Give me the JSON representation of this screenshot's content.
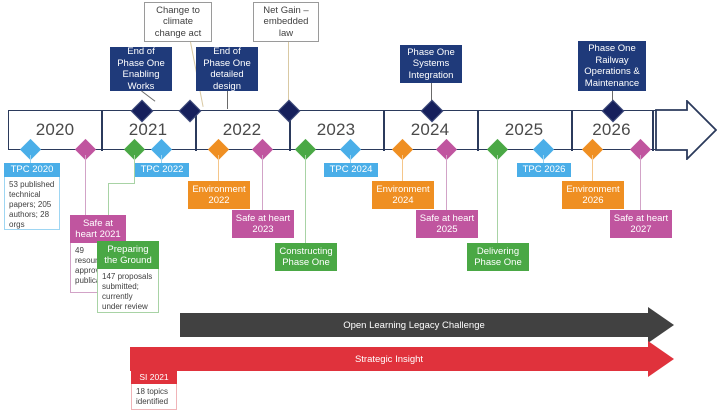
{
  "colors": {
    "navy": "#1f3a7a",
    "dark_diamond": "#16205c",
    "bar_outline": "#2b3a5c",
    "blue": "#4aaee8",
    "magenta": "#c0559f",
    "green": "#4aa845",
    "orange": "#ef8f22",
    "grey_band": "#414141",
    "red_band": "#e0323c",
    "callout_stem": "#d9c9a3"
  },
  "timeline": {
    "years": [
      "2020",
      "2021",
      "2022",
      "2023",
      "2024",
      "2025",
      "2026"
    ],
    "end_arrow": "timeline-arrow-right"
  },
  "callouts": [
    {
      "text": "Change to climate change act"
    },
    {
      "text": "Net Gain – embedded law"
    }
  ],
  "milestones": [
    {
      "text": "End of Phase One Enabling Works"
    },
    {
      "text": "End of Phase One detailed design"
    },
    {
      "text": "Phase One Systems Integration"
    },
    {
      "text": "Phase One Railway Operations & Maintenance"
    }
  ],
  "events": [
    {
      "label": "TPC 2020",
      "color": "blue",
      "detail": "53 published technical papers; 205 authors; 28 orgs"
    },
    {
      "label": "Safe at heart 2021",
      "color": "magenta",
      "detail": "49 resources approved for publication"
    },
    {
      "label": "Preparing the Ground",
      "color": "green",
      "detail": "147 proposals submitted; currently under review"
    },
    {
      "label": "TPC 2022",
      "color": "blue",
      "detail": ""
    },
    {
      "label": "Environment 2022",
      "color": "orange",
      "detail": ""
    },
    {
      "label": "Safe at heart 2023",
      "color": "magenta",
      "detail": ""
    },
    {
      "label": "Constructing Phase One",
      "color": "green",
      "detail": ""
    },
    {
      "label": "TPC 2024",
      "color": "blue",
      "detail": ""
    },
    {
      "label": "Environment 2024",
      "color": "orange",
      "detail": ""
    },
    {
      "label": "Safe at heart 2025",
      "color": "magenta",
      "detail": ""
    },
    {
      "label": "Delivering Phase One",
      "color": "green",
      "detail": ""
    },
    {
      "label": "TPC 2026",
      "color": "blue",
      "detail": ""
    },
    {
      "label": "Environment 2026",
      "color": "orange",
      "detail": ""
    },
    {
      "label": "Safe at heart 2027",
      "color": "magenta",
      "detail": ""
    }
  ],
  "bands": [
    {
      "label": "Open Learning Legacy Challenge",
      "color": "grey_band"
    },
    {
      "label": "Strategic Insight",
      "color": "red_band"
    }
  ],
  "si_box": {
    "label": "SI 2021",
    "detail": "18 topics identified"
  }
}
